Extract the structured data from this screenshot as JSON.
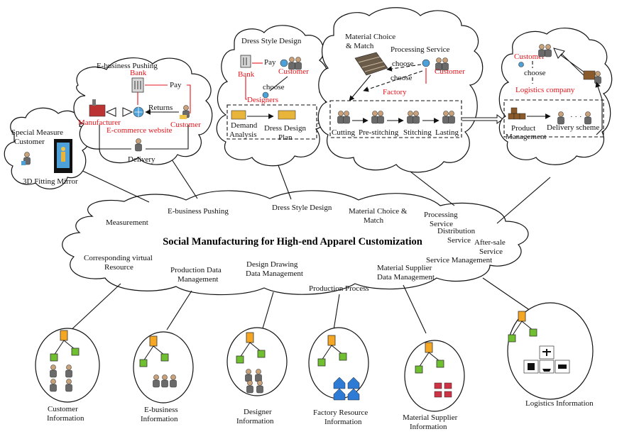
{
  "title": "Social Manufacturing for High-end Apparel Customization",
  "central_labels": {
    "measurement": "Measurement",
    "ebusiness_pushing": "E-business Pushing",
    "dress_style_design": "Dress Style Design",
    "material_choice_l1": "Material Choice &",
    "material_choice_l2": "Match",
    "processing_l1": "Processing",
    "processing_l2": "Service",
    "distribution_l1": "Distribution",
    "distribution_l2": "Service",
    "aftersale_l1": "After-sale",
    "aftersale_l2": "Service",
    "service_management": "Service Management",
    "corr_l1": "Corresponding virtual",
    "corr_l2": "Resource",
    "prod_data_l1": "Production Data",
    "prod_data_l2": "Management",
    "design_drawing_l1": "Design Drawing",
    "design_drawing_l2": "Data Management",
    "production_process": "Production Process",
    "material_supplier_l1": "Material Supplier",
    "material_supplier_l2": "Data Management"
  },
  "special_measure": {
    "title_l1": "Special Measure",
    "title_l2": "Customer",
    "device": "3D Fitting Mirror"
  },
  "ebusiness": {
    "title": "E-business Pushing",
    "bank": "Bank",
    "pay": "Pay",
    "manufacturer": "Manufacturer",
    "returns": "Returns",
    "customer": "Customer",
    "website": "E-commerce website",
    "delivery": "Delivery"
  },
  "dress": {
    "title": "Dress Style Design",
    "pay": "Pay",
    "bank": "Bank",
    "customer": "Customer",
    "choose": "choose",
    "designers": "Designers",
    "demand_l1": "Demand",
    "demand_l2": "Analysis",
    "plan_l1": "Dress Design",
    "plan_l2": "Plan"
  },
  "material": {
    "title_l1": "Material Choice",
    "title_l2": "& Match",
    "processing_service": "Processing Service",
    "choose1": "choose",
    "choose2": "choose",
    "customer": "Customer",
    "factory": "Factory",
    "steps": [
      "Cutting",
      "Pre-stitching",
      "Stitching",
      "Lasting"
    ]
  },
  "logistics_cloud": {
    "customer": "Customer",
    "choose": "choose",
    "company": "Logistics company",
    "product_l1": "Product",
    "product_l2": "Management",
    "delivery_scheme": "Delivery scheme"
  },
  "info_nodes": [
    {
      "l1": "Customer",
      "l2": "Information"
    },
    {
      "l1": "E-business",
      "l2": "Information"
    },
    {
      "l1": "Designer",
      "l2": "Information"
    },
    {
      "l1": "Factory Resource",
      "l2": "Information"
    },
    {
      "l1": "Material Supplier",
      "l2": "Information"
    },
    {
      "l1": "Logistics Information",
      "l2": ""
    }
  ],
  "colors": {
    "red": "#e3141b",
    "node_orange": "#f5a623",
    "node_green": "#6fbf2e"
  }
}
